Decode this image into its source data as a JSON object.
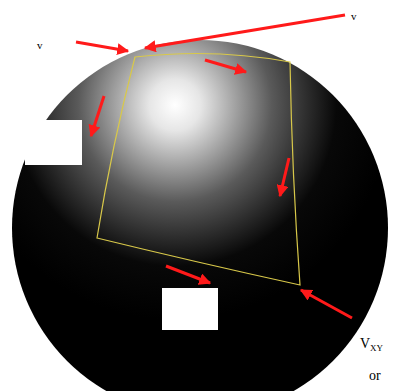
{
  "diagram": {
    "labels": [
      "v",
      "v",
      "V",
      "XY",
      "or"
    ]
  }
}
